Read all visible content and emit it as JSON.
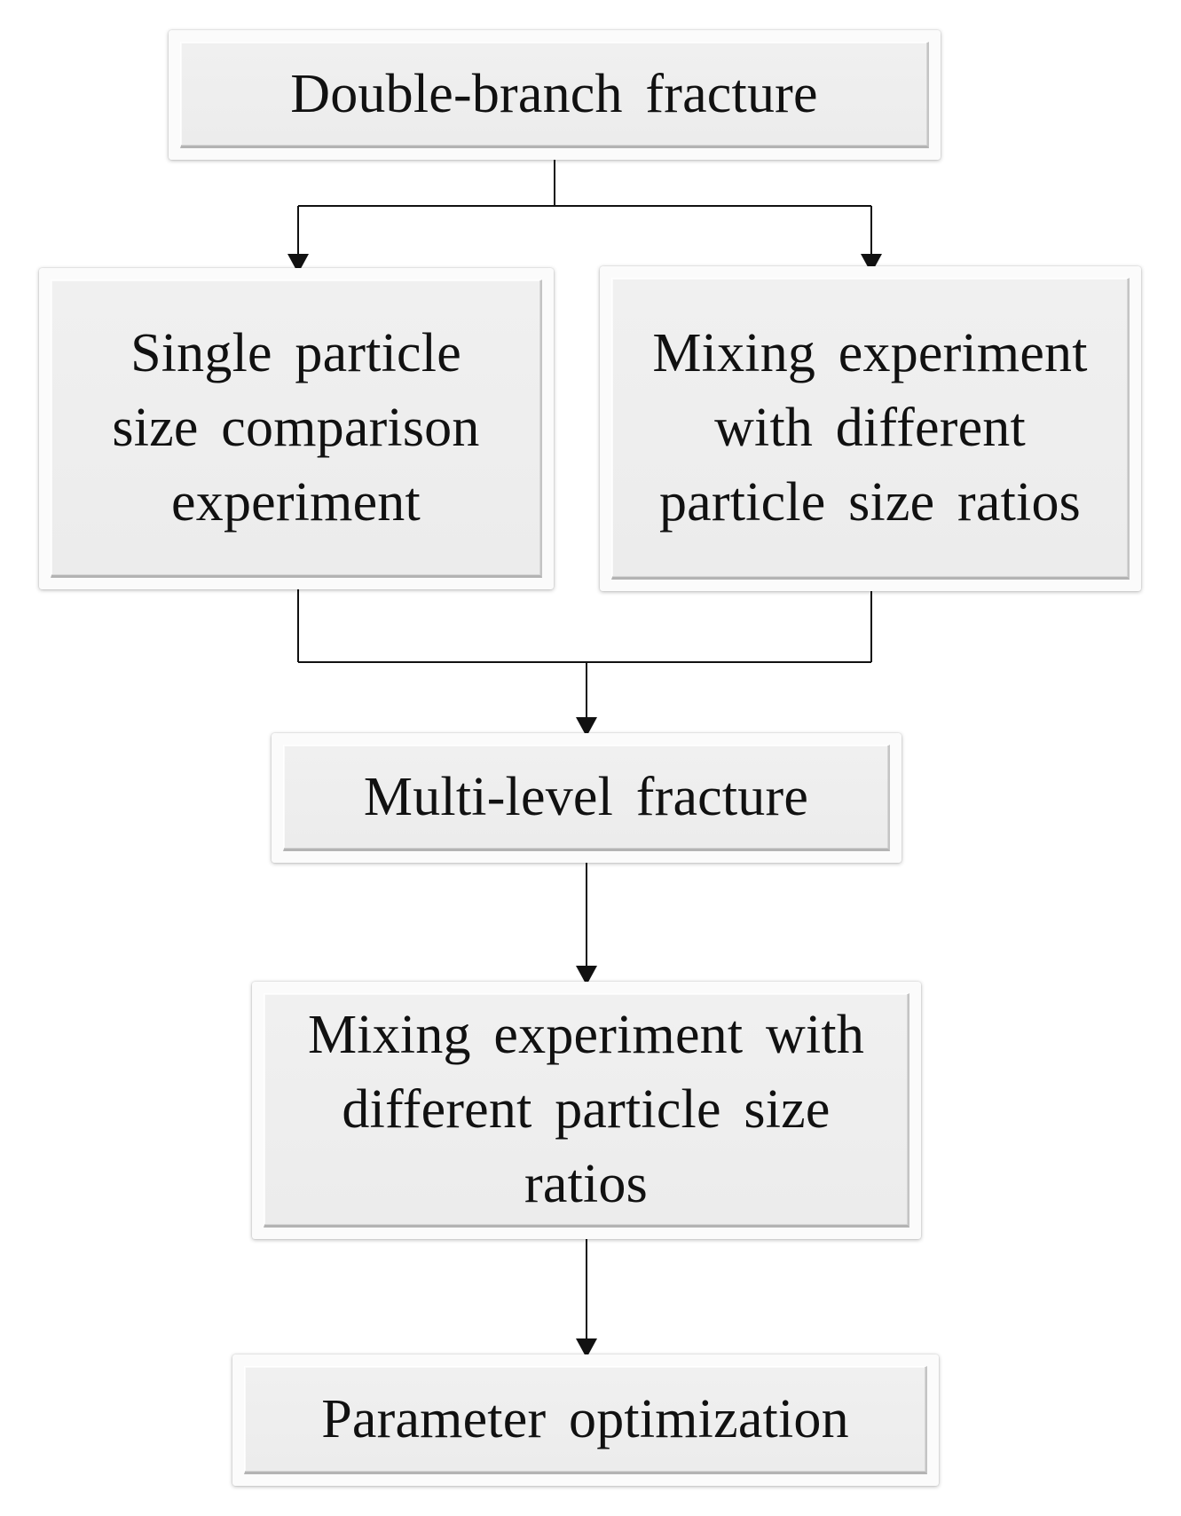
{
  "diagram": {
    "nodes": [
      {
        "id": "double-branch",
        "label": "Double-branch fracture"
      },
      {
        "id": "single-particle",
        "label": "Single particle size comparison experiment"
      },
      {
        "id": "mixing-top",
        "label": "Mixing experiment with different particle size ratios"
      },
      {
        "id": "multi-level",
        "label": "Multi-level fracture"
      },
      {
        "id": "mixing-bottom",
        "label": "Mixing experiment with different particle size ratios"
      },
      {
        "id": "parameter",
        "label": "Parameter optimization"
      }
    ],
    "edges": [
      {
        "from": "double-branch",
        "to": "single-particle"
      },
      {
        "from": "double-branch",
        "to": "mixing-top"
      },
      {
        "from": "single-particle",
        "to": "multi-level"
      },
      {
        "from": "mixing-top",
        "to": "multi-level"
      },
      {
        "from": "multi-level",
        "to": "mixing-bottom"
      },
      {
        "from": "mixing-bottom",
        "to": "parameter"
      }
    ],
    "line_color": "#111111"
  }
}
